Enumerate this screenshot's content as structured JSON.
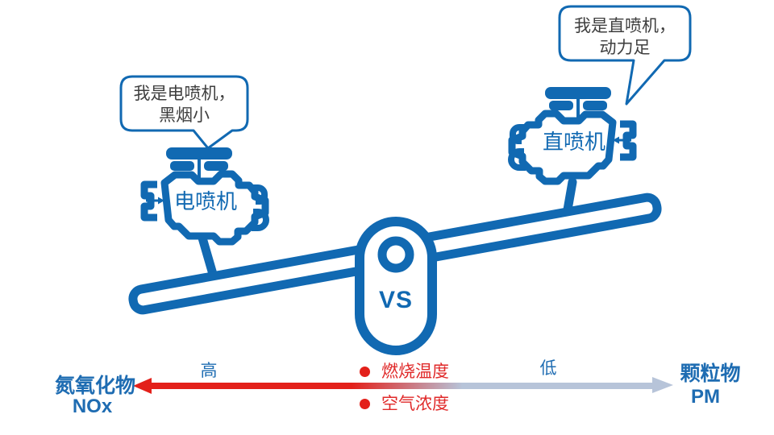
{
  "colors": {
    "brand_blue": "#1169b2",
    "text_blue": "#1e6cb2",
    "red": "#e3201a",
    "gray_blue": "#b7c4d9",
    "bubble_text": "#3f3f3f"
  },
  "bubbles": {
    "left": {
      "line1": "我是电喷机，",
      "line2": "黑烟小"
    },
    "right": {
      "line1": "我是直喷机，",
      "line2": "动力足"
    }
  },
  "engines": {
    "left": {
      "label": "电喷机"
    },
    "right": {
      "label": "直喷机"
    }
  },
  "pivot": {
    "label": "VS"
  },
  "scale": {
    "left_level": "高",
    "right_level": "低",
    "left_pollutant_name": "氮氧化物",
    "left_pollutant_symbol": "NOx",
    "right_pollutant_name": "颗粒物",
    "right_pollutant_symbol": "PM",
    "factors": [
      "燃烧温度",
      "空气浓度"
    ]
  }
}
